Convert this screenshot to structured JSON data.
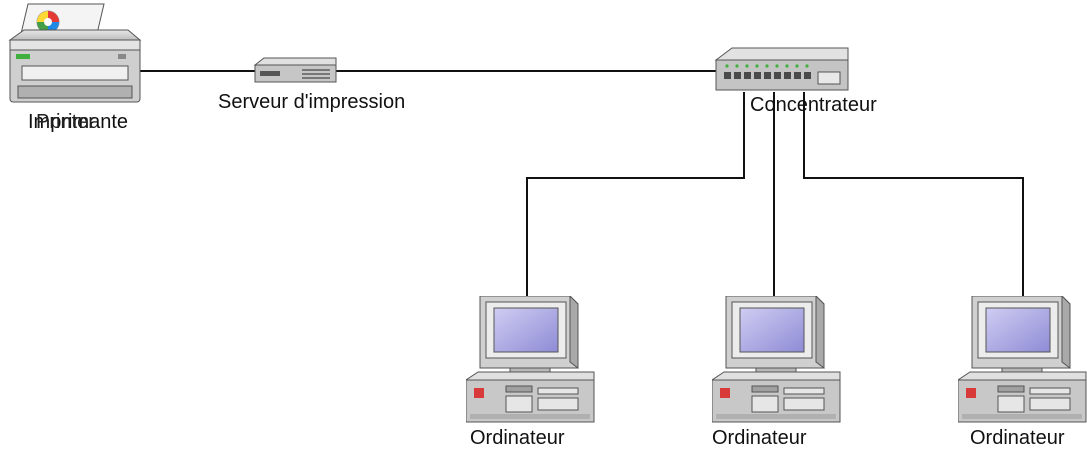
{
  "labels": {
    "printer": "Imprimante",
    "printer_overlap": "Printer",
    "print_server": "Serveur d'impression",
    "hub": "Concentrateur",
    "computer_1": "Ordinateur",
    "computer_2": "Ordinateur",
    "computer_3": "Ordinateur"
  },
  "icons": [
    "printer-icon",
    "print-server-icon",
    "hub-icon",
    "computer-icon"
  ],
  "colors": {
    "line": "#111111",
    "device_gray": "#c8c8c8",
    "screen": "#a9a6e0",
    "led_green": "#3fb03f",
    "power_red": "#d83a3a"
  }
}
